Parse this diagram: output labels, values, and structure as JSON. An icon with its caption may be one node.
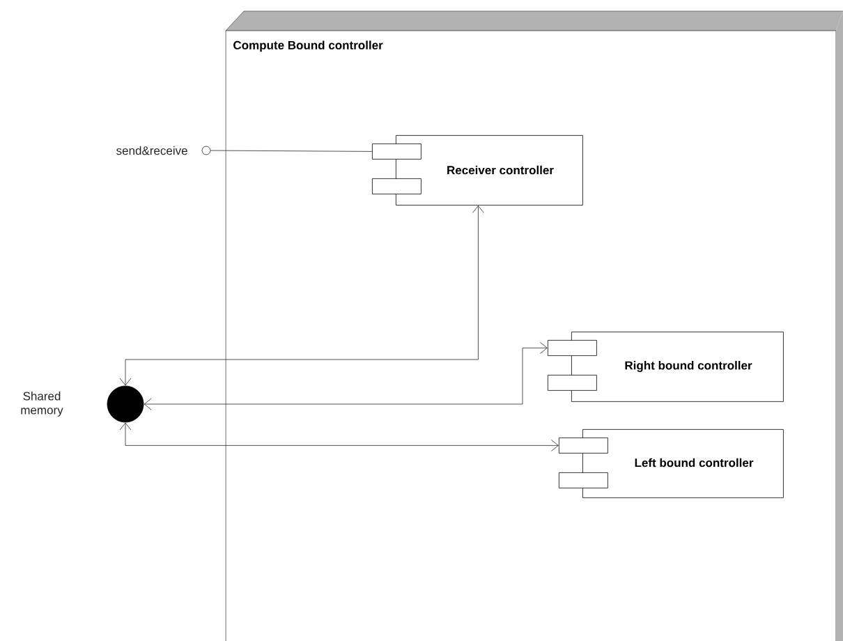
{
  "diagram": {
    "nodes": [
      {
        "text": [
          "Compute Bound controller"
        ]
      },
      {
        "text": [],
        "shape": "circle",
        "beside": [
          "send&receive"
        ]
      },
      {
        "text": [
          "Receiver controller"
        ],
        "in": 0
      },
      {
        "text": [
          "Right bound controller"
        ],
        "in": 0
      },
      {
        "text": [
          "Left bound controller"
        ],
        "in": 0
      },
      {
        "text": [],
        "shape": "circle",
        "beside": [
          "Shared memory"
        ]
      }
    ],
    "edges": [
      {
        "from": 1,
        "to": 2,
        "arrow": "none"
      },
      {
        "from": 2,
        "to": 5,
        "arrow": "both"
      },
      {
        "from": 3,
        "to": 5,
        "arrow": "both"
      },
      {
        "from": 4,
        "to": 5,
        "arrow": "both"
      }
    ]
  }
}
